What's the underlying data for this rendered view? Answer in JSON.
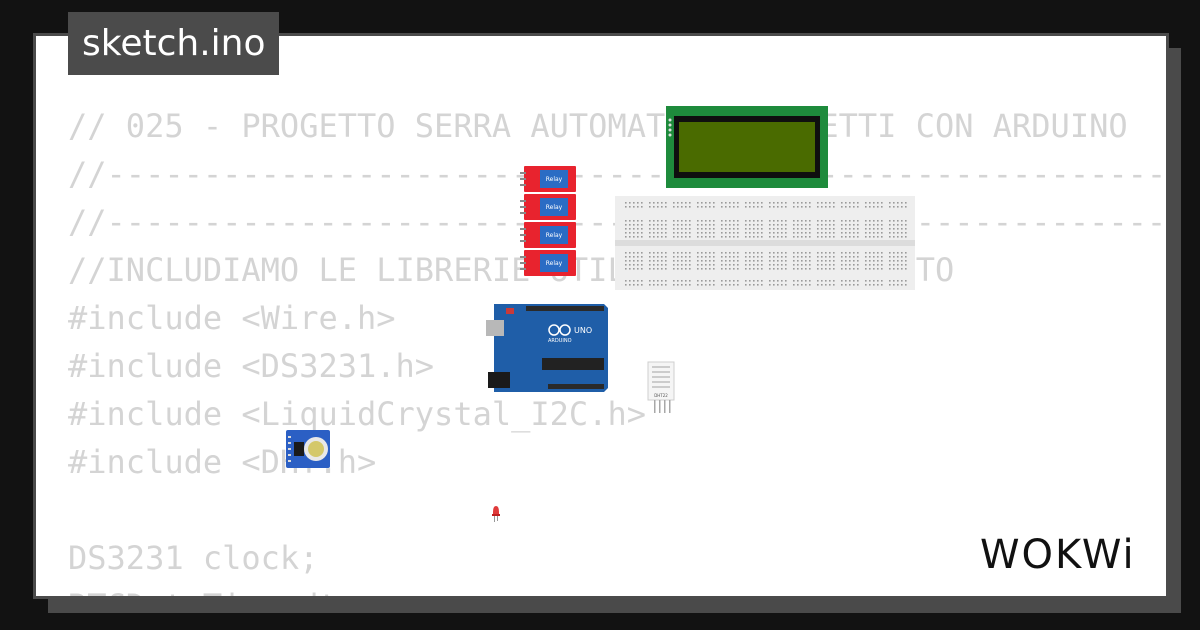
{
  "tab": {
    "filename": "sketch.ino"
  },
  "code_lines": [
    "// 025 - PROGETTO SERRA AUTOMATICA PROGETTI CON ARDUINO",
    "//-----------------------------------------------------------",
    "//-----------------------------------------------------------",
    "//INCLUDIAMO LE LIBRERIE UTILI PER IL PROGETTO",
    "#include <Wire.h>",
    "#include <DS3231.h>",
    "#include <LiquidCrystal_I2C.h>",
    "#include <DHT.h>",
    "",
    "DS3231 clock;",
    "RTCDateTime dt;"
  ],
  "components": {
    "relay_label": "Relay",
    "arduino_brand": "UNO",
    "arduino_name": "ARDUINO",
    "dht_label": "DHT22"
  },
  "brand": {
    "logo_text": "WOKWi"
  },
  "colors": {
    "background": "#121212",
    "card_border": "#4b4b4b",
    "code_text": "#d4d4d4",
    "lcd_board": "#1e8b3c",
    "lcd_screen": "#4a6b00",
    "relay_red": "#e8232e",
    "arduino_blue": "#1f5ea8"
  }
}
